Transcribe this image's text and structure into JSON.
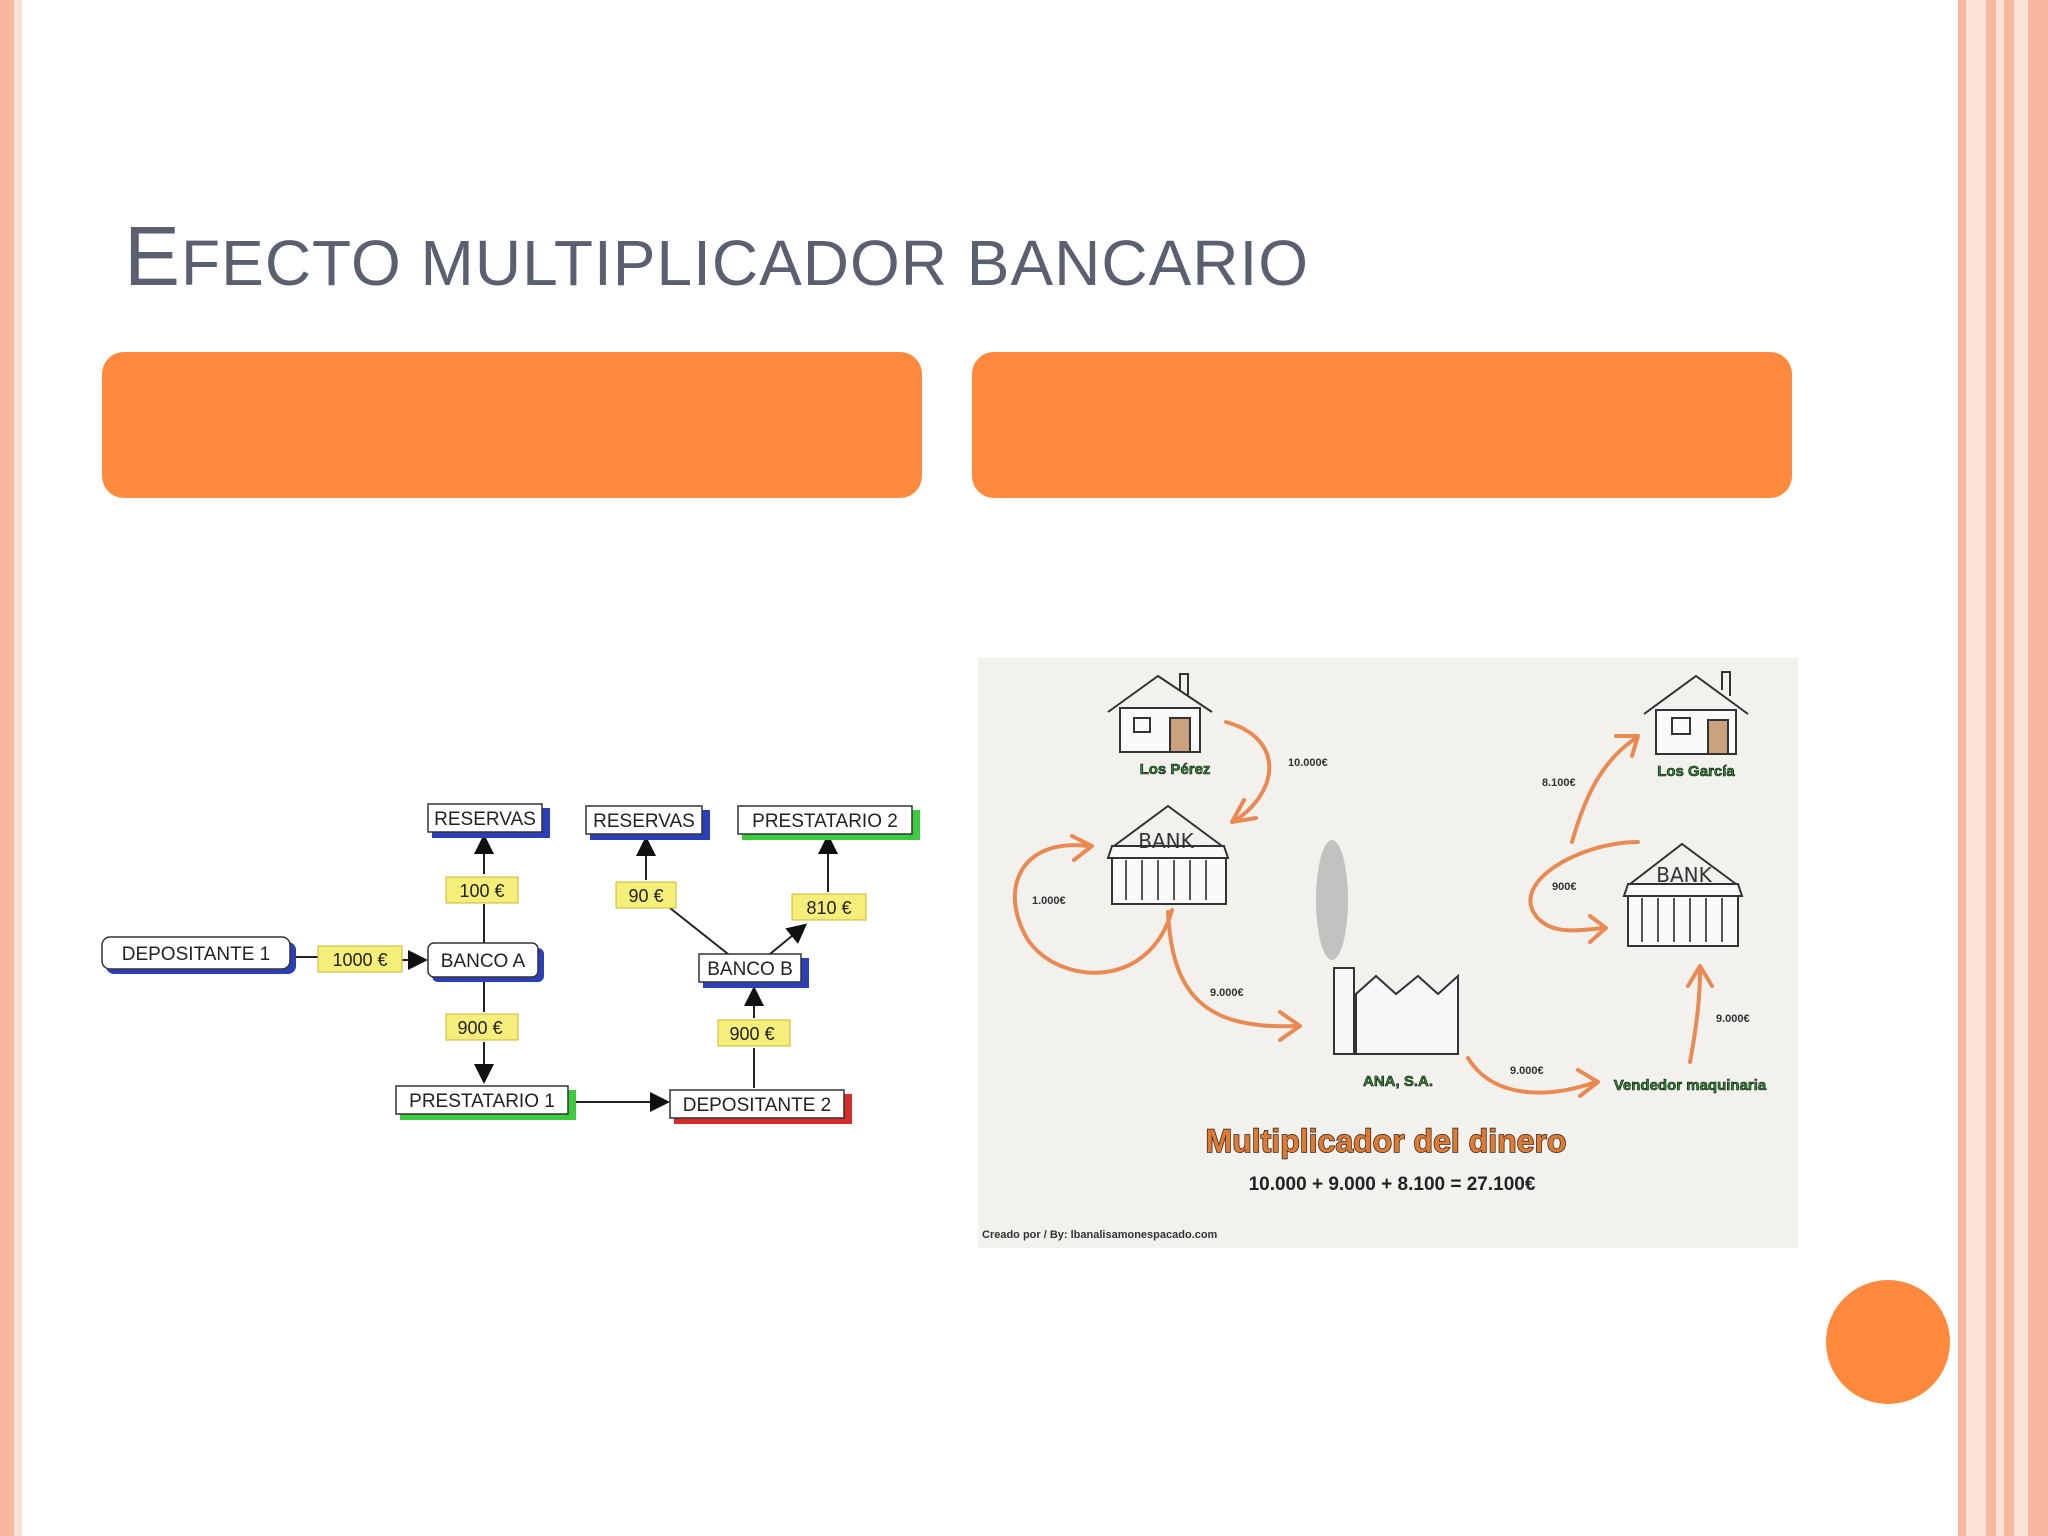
{
  "slide": {
    "title_initial": "E",
    "title_rest": "fecto multiplicador bancario",
    "colors": {
      "accent": "#FF8A3D",
      "stripe_light": "#FAD4C4",
      "stripe_mid": "#F8B79F",
      "title_text": "#5A6070",
      "node_blue": "#2B3FB8",
      "node_green": "#3CCB3C",
      "node_red": "#D42B2B",
      "edge_label_bg": "#F6EE7A"
    }
  },
  "left_diagram": {
    "nodes": [
      {
        "id": "dep1",
        "label": "DEPOSITANTE 1",
        "shadow": "blue"
      },
      {
        "id": "bancoA",
        "label": "BANCO A",
        "shadow": "blue"
      },
      {
        "id": "res1",
        "label": "RESERVAS",
        "shadow": "blue"
      },
      {
        "id": "prest1",
        "label": "PRESTATARIO 1",
        "shadow": "green"
      },
      {
        "id": "dep2",
        "label": "DEPOSITANTE 2",
        "shadow": "red"
      },
      {
        "id": "bancoB",
        "label": "BANCO B",
        "shadow": "blue"
      },
      {
        "id": "res2",
        "label": "RESERVAS",
        "shadow": "blue"
      },
      {
        "id": "prest2",
        "label": "PRESTATARIO 2",
        "shadow": "green"
      }
    ],
    "edge_labels": [
      {
        "id": "e_1000",
        "label": "1000 €"
      },
      {
        "id": "e_100",
        "label": "100 €"
      },
      {
        "id": "e_900a",
        "label": "900 €"
      },
      {
        "id": "e_900b",
        "label": "900 €"
      },
      {
        "id": "e_90",
        "label": "90 €"
      },
      {
        "id": "e_810",
        "label": "810 €"
      }
    ]
  },
  "right_diagram": {
    "labels": {
      "perez": "Los Pérez",
      "garcia": "Los García",
      "ana": "ANA, S.A.",
      "vendedor": "Vendedor maquinaria",
      "bank_left": "BANK",
      "bank_right": "BANK"
    },
    "amounts": {
      "a_10000": "10.000€",
      "a_1000": "1.000€",
      "a_9000_left": "9.000€",
      "a_9000_mid": "9.000€",
      "a_9000_right": "9.000€",
      "a_900": "900€",
      "a_8100": "8.100€"
    },
    "heading": "Multiplicador del dinero",
    "equation": "10.000 + 9.000 + 8.100 = 27.100€",
    "credit": "Creado por / By: lbanalisamonespacado.com"
  }
}
